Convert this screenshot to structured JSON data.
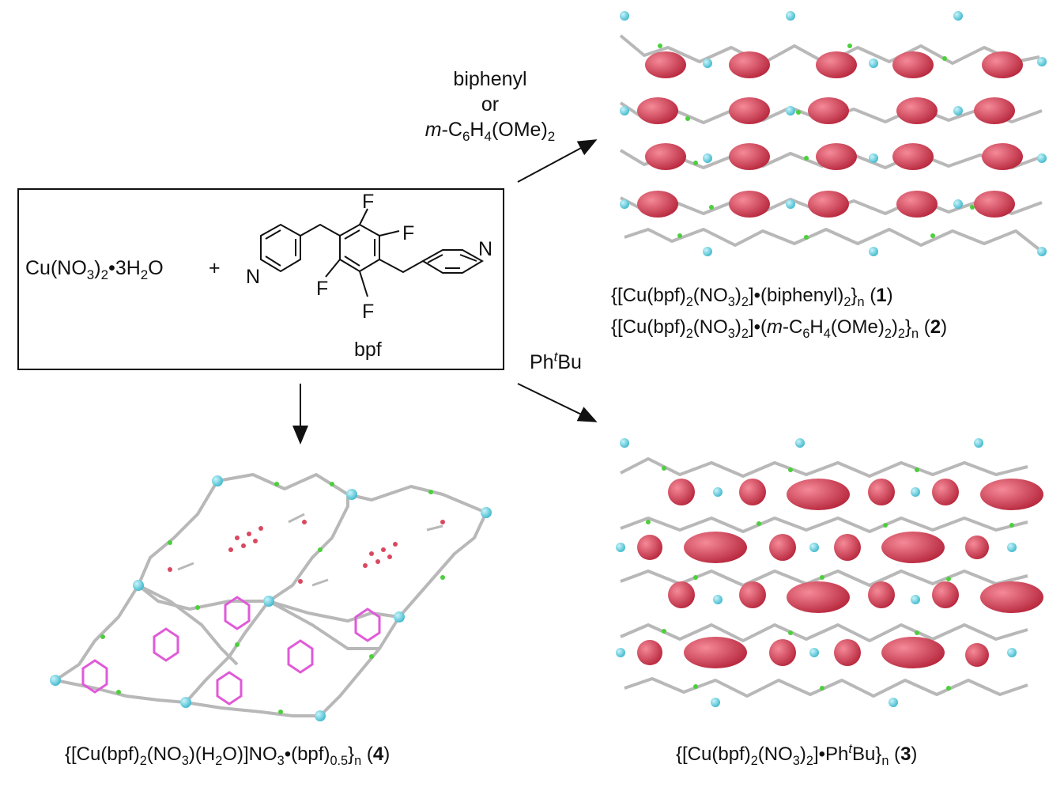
{
  "reactants": {
    "copper_salt": {
      "a": "Cu(NO",
      "b": "3",
      "c": ")",
      "d": "2",
      "e": "•3H",
      "f": "2",
      "g": "O"
    },
    "plus": "+",
    "ligand_atoms": {
      "F1": "F",
      "F2": "F",
      "F3": "F",
      "F4": "F",
      "N1": "N",
      "N2": "N"
    },
    "ligand_name": "bpf"
  },
  "conditions": {
    "route_1_2": {
      "line1": "biphenyl",
      "line2": "or",
      "line3a": "m",
      "line3b": "-C",
      "line3c": "6",
      "line3d": "H",
      "line3e": "4",
      "line3f": "(OMe)",
      "line3g": "2"
    },
    "route_3": {
      "a": "Ph",
      "b": "t",
      "c": "Bu"
    }
  },
  "products": {
    "p1": {
      "a": "{[Cu(bpf)",
      "b": "2",
      "c": "(NO",
      "d": "3",
      "e": ")",
      "f": "2",
      "g": "]•(biphenyl)",
      "h": "2",
      "i": "}",
      "j": "n",
      "k": " (",
      "num": "1",
      "l": ")"
    },
    "p2": {
      "a": "{[Cu(bpf)",
      "b": "2",
      "c": "(NO",
      "d": "3",
      "e": ")",
      "f": "2",
      "g": "]•(",
      "h": "m",
      "i": "-C",
      "j": "6",
      "k": "H",
      "l": "4",
      "m": "(OMe)",
      "n": "2",
      "o": ")",
      "p": "2",
      "q": "}",
      "r": "n",
      "s": " (",
      "num": "2",
      "t": ")"
    },
    "p3": {
      "a": "{[Cu(bpf)",
      "b": "2",
      "c": "(NO",
      "d": "3",
      "e": ")",
      "f": "2",
      "g": "]•Ph",
      "h": "t",
      "i": "Bu}",
      "j": "n",
      "k": " (",
      "num": "3",
      "l": ")"
    },
    "p4": {
      "a": "{[Cu(bpf)",
      "b": "2",
      "c": "(NO",
      "d": "3",
      "e": ")(H",
      "f": "2",
      "g": "O)]NO",
      "h": "3",
      "i": "•(bpf)",
      "j": "0.5",
      "k": "}",
      "l": "n",
      "m": " (",
      "num": "4",
      "n": ")"
    }
  },
  "colors": {
    "copper": "#6fd6e6",
    "nitrogen": "#3a4fd0",
    "fluorine": "#4ccf3c",
    "carbon": "#b8b8b8",
    "guest_spacefill": "#d9485f",
    "guest_bpf": "#e05ad8"
  }
}
